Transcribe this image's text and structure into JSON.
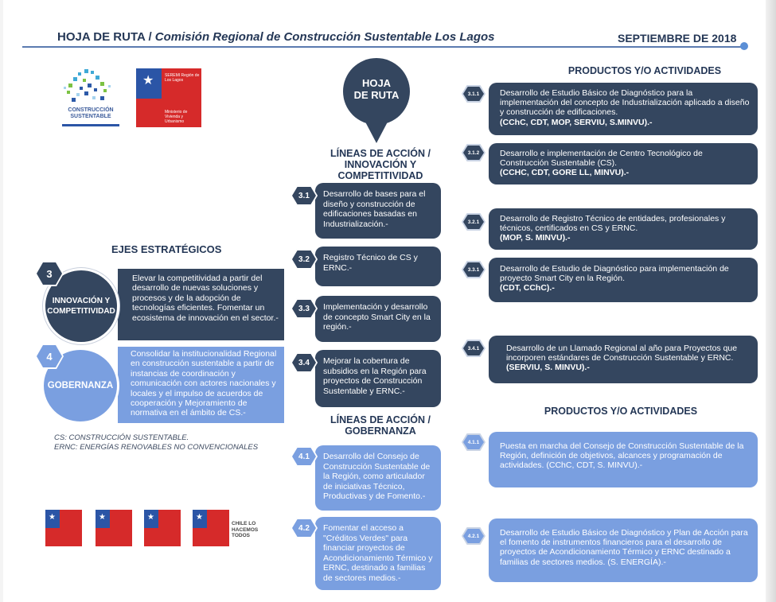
{
  "header": {
    "title": "HOJA DE RUTA /",
    "subtitle": "Comisión Regional de Construcción Sustentable Los Lagos",
    "date": "SEPTIEMBRE DE 2018"
  },
  "logos": {
    "cs_line1": "CONSTRUCCIÓN",
    "cs_line2": "SUSTENTABLE",
    "gov_top": "SEREMI Región de Los Lagos",
    "gov_bottom": "Ministerio de Vivienda y Urbanismo",
    "chile_slogan": "CHILE LO HACEMOS TODOS"
  },
  "hoja": {
    "line1": "HOJA",
    "line2": "DE RUTA"
  },
  "sections": {
    "lineas_innovacion": "LÍNEAS DE ACCIÓN / INNOVACIÓN Y COMPETITIVIDAD",
    "lineas_gobernanza": "LÍNEAS DE ACCIÓN / GOBERNANZA",
    "productos_1": "PRODUCTOS Y/O ACTIVIDADES",
    "productos_2": "PRODUCTOS Y/O ACTIVIDADES",
    "ejes": "EJES ESTRATÉGICOS"
  },
  "ejes": [
    {
      "number": "3",
      "name": "INNOVACIÓN Y COMPETITIVIDAD",
      "text": "Elevar la competitividad a partir del desarrollo de nuevas soluciones y procesos y de la adopción de tecnologías eficientes. Fomentar un ecosistema de innovación en el sector.-"
    },
    {
      "number": "4",
      "name": "GOBERNANZA",
      "text": "Consolidar la institucionalidad Regional en construcción sustentable a partir de instancias de coordinación y comunicación con actores nacionales y locales y el impulso de acuerdos de cooperación y Mejoramiento de normativa en el ámbito de CS.-"
    }
  ],
  "notes": {
    "cs": "CS: CONSTRUCCIÓN SUSTENTABLE.",
    "ernc": "ERNC: ENERGÍAS RENOVABLES NO CONVENCIONALES"
  },
  "lineas": [
    {
      "tag": "3.1",
      "text": "Desarrollo de bases para el diseño y construcción de edificaciones basadas en Industrialización.-"
    },
    {
      "tag": "3.2",
      "text": "Registro Técnico de CS y ERNC.-"
    },
    {
      "tag": "3.3",
      "text": "Implementación y desarrollo de concepto Smart City en la región.-"
    },
    {
      "tag": "3.4",
      "text": "Mejorar la cobertura de subsidios en la Región para proyectos de Construcción Sustentable y ERNC.-"
    },
    {
      "tag": "4.1",
      "text": "Desarrollo del Consejo de Construcción Sustentable de la Región, como articulador de iniciativas Técnico, Productivas y de Fomento.-"
    },
    {
      "tag": "4.2",
      "text": "Fomentar el acceso a \"Créditos Verdes\" para financiar proyectos de Acondicionamiento Térmico y ERNC, destinado a familias de sectores medios.-"
    }
  ],
  "productos": [
    {
      "tag": "3.1.1",
      "text": "Desarrollo de Estudio Básico de Diagnóstico para la implementación del concepto de Industrialización aplicado a diseño y construcción de edificaciones.",
      "actors": "(CChC, CDT, MOP, SERVIU, S.MINVU).-"
    },
    {
      "tag": "3.1.2",
      "text": "Desarrollo e implementación de Centro Tecnológico de Construcción Sustentable (CS).",
      "actors": "(CCHC, CDT, GORE LL, MINVU).-"
    },
    {
      "tag": "3.2.1",
      "text": "Desarrollo de Registro Técnico de entidades, profesionales y técnicos, certificados en CS y ERNC.",
      "actors": "(MOP, S. MINVU).-"
    },
    {
      "tag": "3.3.1",
      "text": "Desarrollo de Estudio de Diagnóstico para implementación de proyecto Smart City en la Región.",
      "actors": "(CDT, CChC).-"
    },
    {
      "tag": "3.4.1",
      "text": "Desarrollo de un Llamado Regional al año para Proyectos que incorporen estándares de Construcción Sustentable y ERNC.",
      "actors": "(SERVIU, S. MINVU).-"
    },
    {
      "tag": "4.1.1",
      "text": "Puesta en marcha del Consejo de Construcción Sustentable de la Región, definición de objetivos, alcances y programación de actividades. (CChC, CDT, S. MINVU).-",
      "actors": ""
    },
    {
      "tag": "4.2.1",
      "text": "Desarrollo de Estudio Básico de Diagnóstico y Plan de Acción para el fomento de instrumentos financieros para el desarrollo de proyectos de Acondicionamiento Térmico y ERNC destinado a familias de sectores medios. (S. ENERGÍA).-",
      "actors": ""
    }
  ]
}
